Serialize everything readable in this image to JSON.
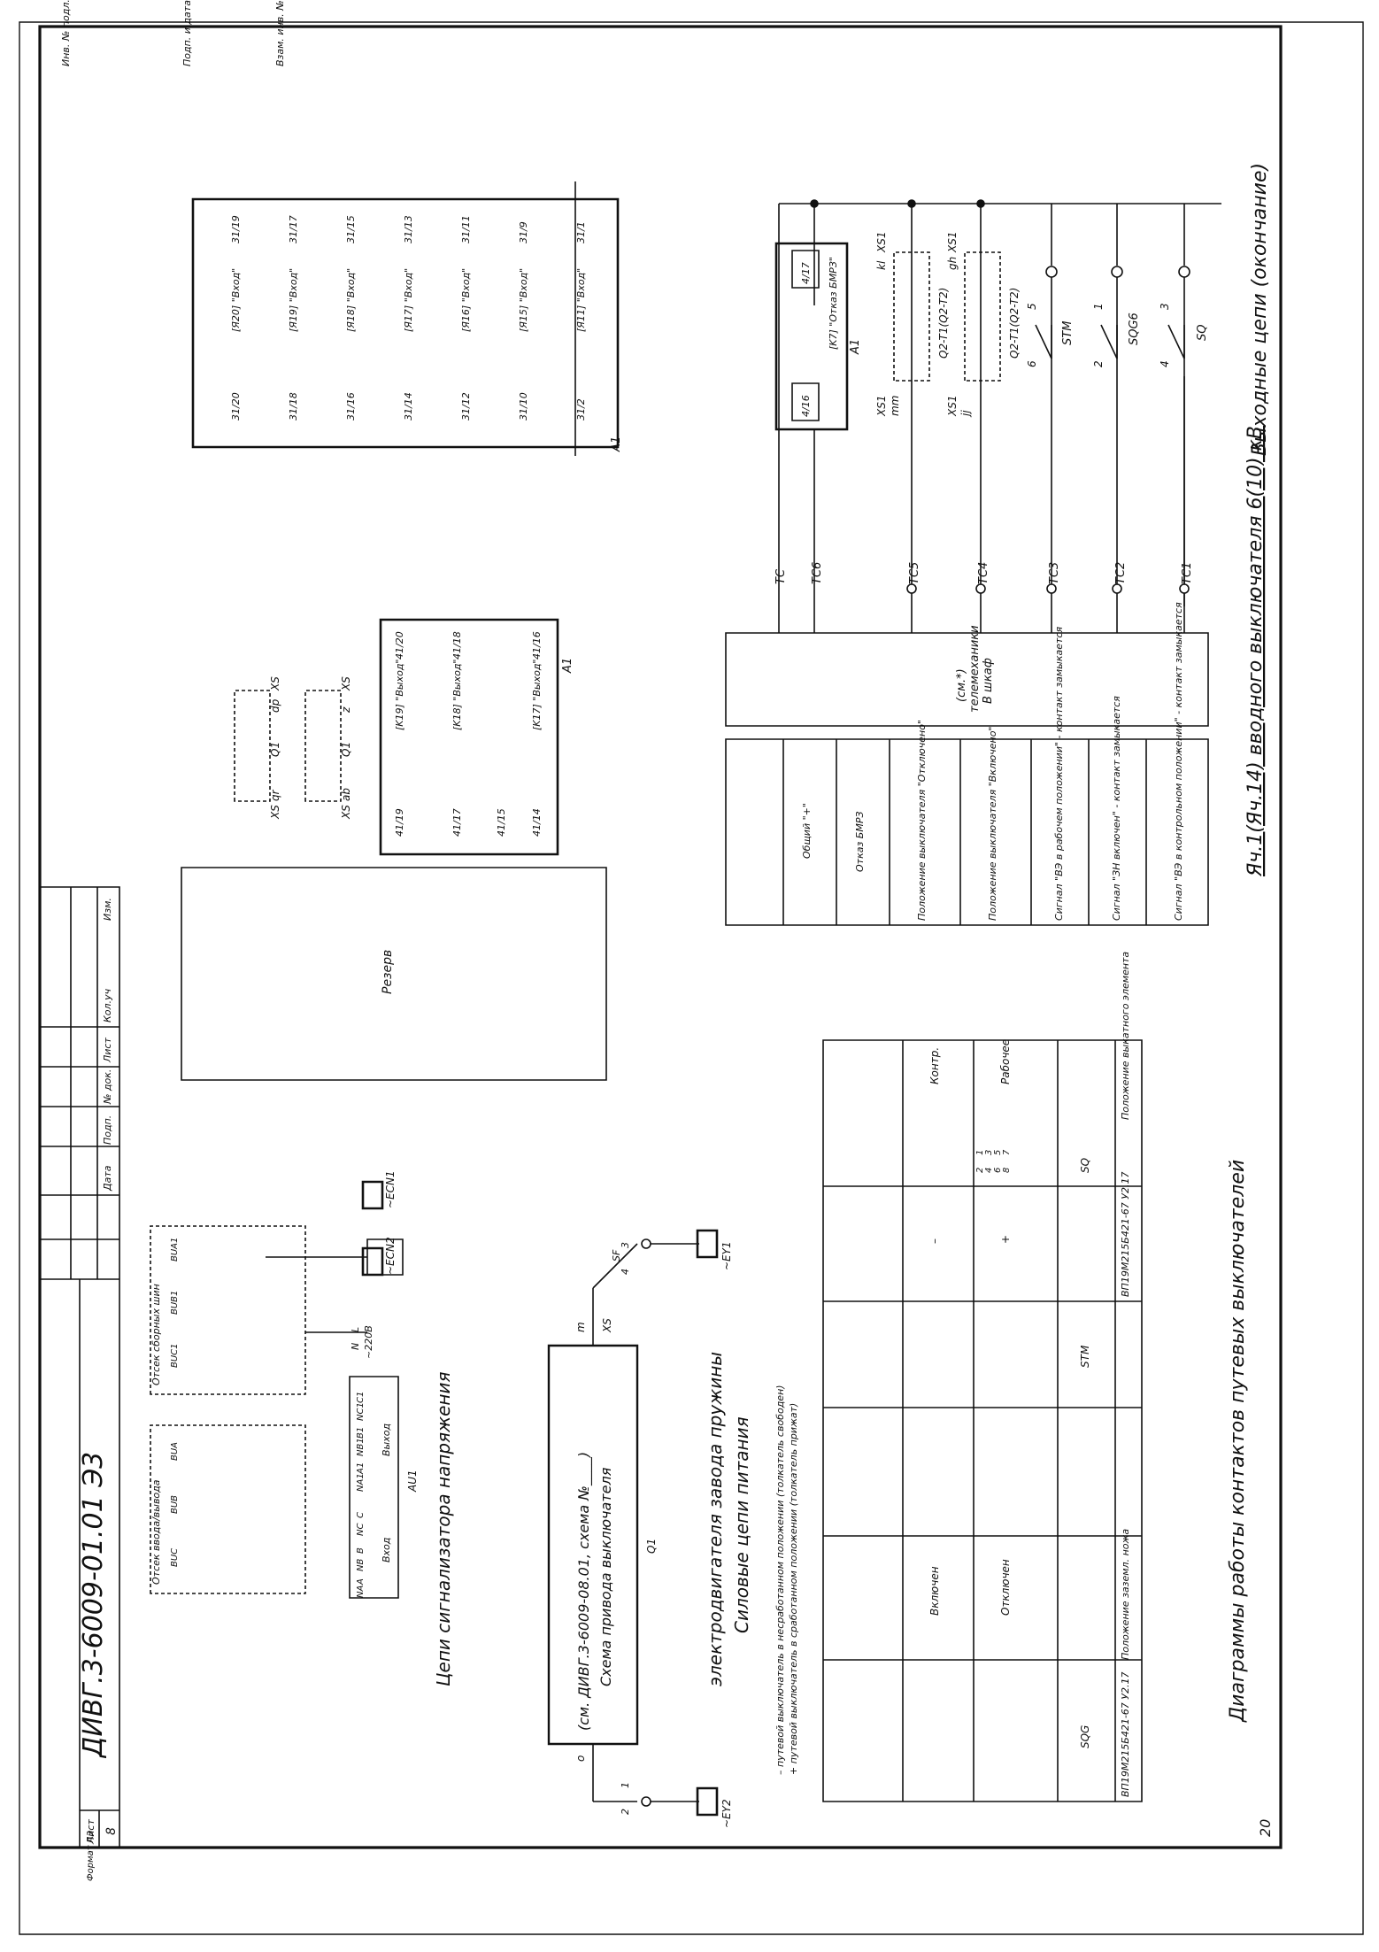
{
  "outer_stamp": {
    "inv_no": "Инв. № подл.",
    "sign_date": "Подп. и дата",
    "instead_inv": "Взам. инв. №"
  },
  "sheet": {
    "number_right": "20",
    "designation": "ДИВГ.3-6009-01.01 Э3",
    "sheet_label": "Лист",
    "sheet_number": "8",
    "revision_headers": [
      "Изм.",
      "Кол.уч",
      "Лист",
      "№ док.",
      "Подп.",
      "Дата"
    ],
    "format": "Формат А3"
  },
  "titles": {
    "cell": "Яч.1(Яч.14) вводного выключателя 6(10) кВ",
    "output_circuits": "Выходные цепи (окончание)",
    "diagrams": "Диаграммы работы контактов путевых выключателей",
    "power_circuits_1": "Силовые цепи питания",
    "power_circuits_2": "электродвигателя завода пружины",
    "signalizer": "Цепи сигнализатора напряжения",
    "reserve": "Резерв"
  },
  "bus_circuits": [
    {
      "label": "ТС1"
    },
    {
      "label": "ТС2"
    },
    {
      "label": "ТС3"
    },
    {
      "label": "ТС4"
    },
    {
      "label": "ТС5"
    },
    {
      "label": "ТС6"
    },
    {
      "label": "ТС"
    }
  ],
  "switches": {
    "sq": {
      "name": "SQ",
      "t1": "3",
      "t2": "4"
    },
    "sqg6": {
      "name": "SQG6",
      "t1": "1",
      "t2": "2"
    },
    "stm": {
      "name": "STM",
      "t1": "5",
      "t2": "6"
    }
  },
  "xs_blocks": [
    {
      "id": "Q2-T1(Q2-T2)",
      "xs_top": "XS1",
      "pin_top": "gh",
      "xs_bot": "XS1",
      "pin_bot": "jj"
    },
    {
      "id": "Q2-T1(Q2-T2)",
      "xs_top": "XS1",
      "pin_top": "kl",
      "xs_bot": "XS1",
      "pin_bot": "mm"
    }
  ],
  "bmrz_relay": {
    "a_label": "A1",
    "term_top": "4/17",
    "term_bot": "4/16",
    "name": "[K7] \"Отказ БМРЗ\""
  },
  "telemech_box": {
    "line1": "В шкаф",
    "line2": "телемеханики",
    "line3": "(см.*)"
  },
  "signal_table": [
    "Сигнал \"ВЭ в контрольном положении\" - контакт замыкается",
    "Сигнал \"ЗН включен\" - контакт замыкается",
    "Сигнал \"ВЭ в рабочем положении\" - контакт замыкается",
    "Положение выключателя \"Включено\"",
    "Положение выключателя \"Отключено\"",
    "Отказ БМРЗ",
    "Общий \"+\""
  ],
  "input_terminals": {
    "a_label": "A1",
    "rows": [
      {
        "top": "31/1",
        "name": "[Я11] \"Вход\"",
        "bot": "31/2"
      },
      {
        "top": "31/9",
        "name": "[Я15] \"Вход\"",
        "bot": "31/10"
      },
      {
        "top": "31/11",
        "name": "[Я16] \"Вход\"",
        "bot": "31/12"
      },
      {
        "top": "31/13",
        "name": "[Я17] \"Вход\"",
        "bot": "31/14"
      },
      {
        "top": "31/15",
        "name": "[Я18] \"Вход\"",
        "bot": "31/16"
      },
      {
        "top": "31/17",
        "name": "[Я19] \"Вход\"",
        "bot": "31/18"
      },
      {
        "top": "31/19",
        "name": "[Я20] \"Вход\"",
        "bot": "31/20"
      }
    ]
  },
  "output_relays": {
    "a_label": "A1",
    "rows": [
      {
        "top": "41/16",
        "name": "[K17] \"Выход\"",
        "bot1": "41/14",
        "bot2": "41/15"
      },
      {
        "top": "41/18",
        "name": "[K18] \"Выход\"",
        "bot1": "41/17"
      },
      {
        "top": "41/20",
        "name": "[K19] \"Выход\"",
        "bot1": "41/19"
      }
    ]
  },
  "q1_blocks": [
    {
      "name": "Q1",
      "xs_left": "XS",
      "pin_left": "z",
      "xs_right": "XS",
      "pin_right": "ab"
    },
    {
      "name": "Q1",
      "xs_left": "XS",
      "pin_left": "dp",
      "xs_right": "XS",
      "pin_right": "qr"
    }
  ],
  "diagram_table": {
    "header_pos": "Положение выкатного элемента",
    "header_earth": "Положение заземл. ножа",
    "switch_type_1": "ВП19М215Б421-67 У2.17",
    "switch_type_2": "ВП19М215Б421-67 У2.17",
    "col_sq": "SQ",
    "col_stm": "STM",
    "col_sqg": "SQG",
    "row_work": "Рабочее",
    "row_ctrl": "Контр.",
    "row_off": "Отключен",
    "row_on": "Включен",
    "sign_plus": "+",
    "sign_minus": "–",
    "contact_digits": [
      "1",
      "2",
      "3",
      "4",
      "5",
      "6",
      "7",
      "8"
    ],
    "note1": "+ путевой выключатель в сработанном положении (толкатель прижат)",
    "note2": "– путевой выключатель в несработанном положении (толкатель свободен)"
  },
  "motor_circuit": {
    "ey1": "~EY1",
    "ey2": "~EY2",
    "sf": "SF",
    "sf_t3": "3",
    "sf_t4": "4",
    "sf_t1": "1",
    "sf_t2": "2",
    "xs": "XS",
    "pin_m": "m",
    "pin_o": "o",
    "q_label": "Q1",
    "box1": "Схема привода выключателя",
    "box2": "(см. ДИВГ.3-6009-08.01, схема №____)"
  },
  "signalizer_circuit": {
    "ecn1": "~ECN1",
    "ecn2": "~ECN2",
    "label_220": "~220В",
    "l": "L",
    "n": "N",
    "au": "AU1",
    "vyhod": "Выход",
    "vhod": "Вход",
    "out_pins": [
      "С1",
      "NC1",
      "B1",
      "NB1",
      "A1",
      "NA1"
    ],
    "in_pins": [
      "C",
      "NC",
      "B",
      "NB",
      "A",
      "NA"
    ],
    "bus_group": "Отсек сборных шин",
    "bus_items": [
      "BUA1",
      "BUB1",
      "BUC1"
    ],
    "input_group": "Отсек ввода/вывода",
    "input_items": [
      "BUA",
      "BUB",
      "BUC"
    ]
  }
}
